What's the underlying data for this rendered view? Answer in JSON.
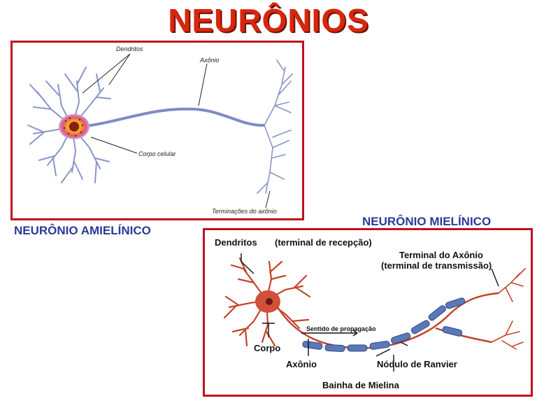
{
  "title": "NEURÔNIOS",
  "colors": {
    "title": "#d9260c",
    "frame": "#c0111f",
    "caption": "#2b3a97",
    "amyelinated_neuron": "#7f8bc4",
    "myelinated_neuron": "#c4442a",
    "myelin": "#5b79b8"
  },
  "top_diagram": {
    "caption": "NEURÔNIO AMIELÍNICO",
    "labels": {
      "dendrites": "Dendritos",
      "axon": "Axônio",
      "cell_body": "Corpo celular",
      "axon_terminals": "Terminações do axônio"
    }
  },
  "bottom_diagram": {
    "caption": "NEURÔNIO MIELÍNICO",
    "labels": {
      "dendrites": "Dendritos",
      "reception": "(terminal de recepção)",
      "axon_terminal": "Terminal do Axônio",
      "transmission": "(terminal de transmissão)",
      "propagation": "Sentido de propagação",
      "body": "Corpo",
      "axon": "Axônio",
      "ranvier": "Nódulo de Ranvier",
      "myelin_sheath": "Bainha de Mielina"
    }
  }
}
